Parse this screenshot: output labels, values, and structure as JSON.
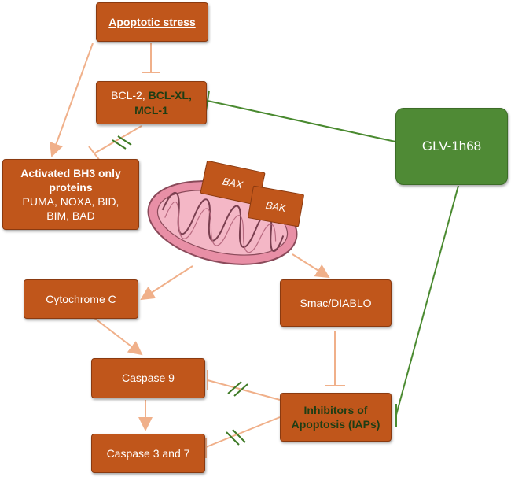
{
  "nodes": {
    "apoptotic_stress": "Apoptotic stress",
    "bcl": {
      "part1": "BCL-2, ",
      "part2": "BCL-XL,",
      "part3": "MCL-1"
    },
    "bh3": {
      "title1": "Activated BH3 only",
      "title2": "proteins",
      "line1": "PUMA, NOXA, BID,",
      "line2": "BIM, BAD"
    },
    "glv": "GLV-1h68",
    "bax": "BAX",
    "bak": "BAK",
    "cytochrome": "Cytochrome C",
    "smac": "Smac/DIABLO",
    "caspase9": "Caspase 9",
    "caspase37": "Caspase 3 and 7",
    "iaps": {
      "line1": "Inhibitors of",
      "line2": "Apoptosis (IAPs)"
    }
  },
  "colors": {
    "box": "#c0561b",
    "green_box": "#4f8a35",
    "arrow": "#f0b08a",
    "inhibit_green": "#4a8a30",
    "dark_green_text": "#1e3d14"
  }
}
